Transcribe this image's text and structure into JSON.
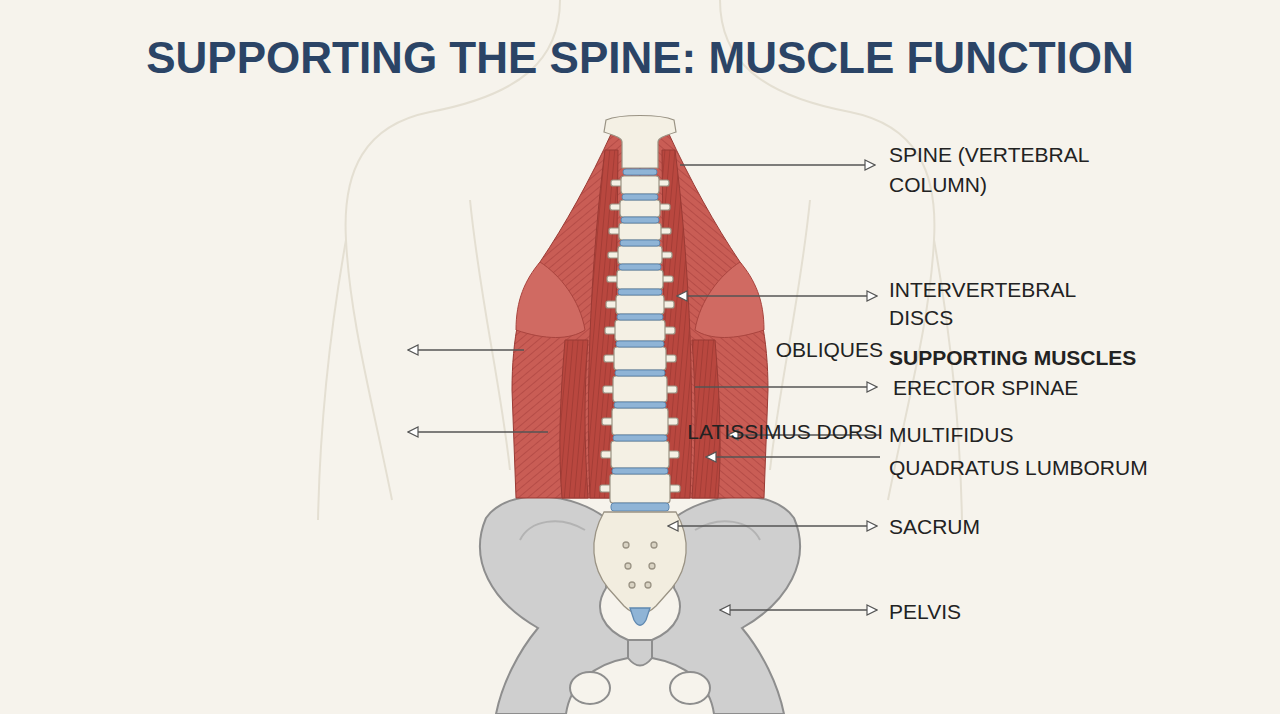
{
  "diagram": {
    "title": "SUPPORTING THE SPINE: MUSCLE FUNCTION",
    "labels": [
      "SPINE (VERTEBRAL COLUMN)",
      "INTERVERTEBRAL DISCS",
      "OBLIQUES",
      "SUPPORTING MUSCLES",
      "ERECTOR SPINAE",
      "LATISSIMUS DORSI",
      "MULTIFIDUS",
      "QUADRATUS LUMBORUM",
      "SACRUM",
      "PELVIS"
    ]
  }
}
